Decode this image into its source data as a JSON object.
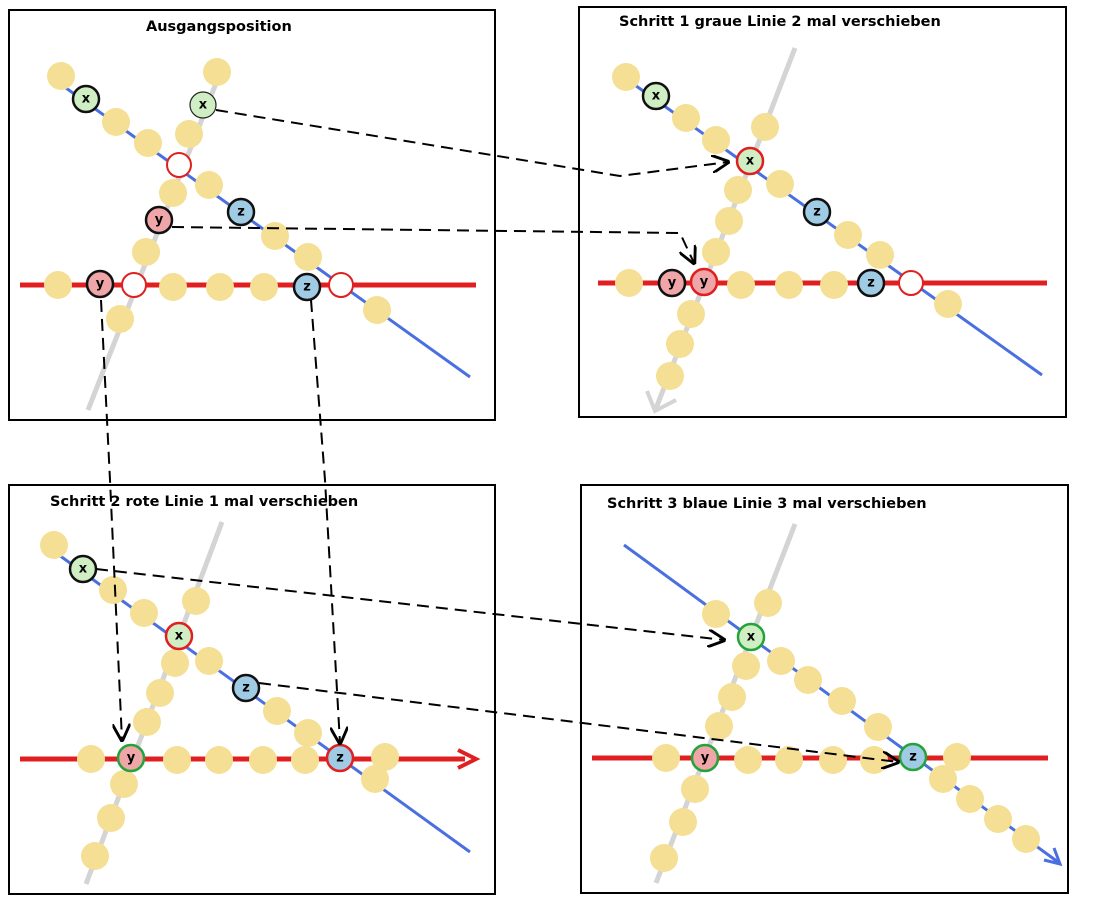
{
  "panels": [
    {
      "id": "p1",
      "title": "Ausgangsposition"
    },
    {
      "id": "p2",
      "title": "Schritt 1 graue Linie 2 mal verschieben"
    },
    {
      "id": "p3",
      "title": "Schritt 2 rote Linie 1 mal verschieben"
    },
    {
      "id": "p4",
      "title": "Schritt 3 blaue Linie 3 mal verschieben"
    }
  ],
  "markers": {
    "x": "x",
    "y": "y",
    "z": "z"
  },
  "colors": {
    "red_line": "#e02020",
    "blue_line": "#4a6fe0",
    "gray_line": "#d4d4d4",
    "bead": "#f4df94",
    "x_fill": "#cfeec4",
    "y_fill": "#f0a5a8",
    "z_fill": "#9fcbe4",
    "ring_red": "#e02020",
    "ring_green": "#23a33a",
    "ring_black": "#111111"
  }
}
